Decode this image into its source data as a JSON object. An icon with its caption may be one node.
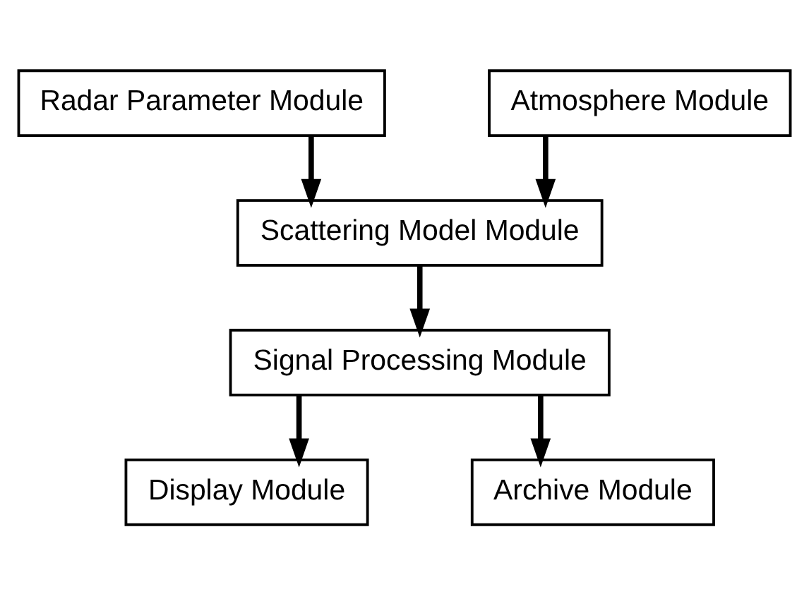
{
  "diagram": {
    "nodes": [
      {
        "text": [
          "Radar Parameter Module"
        ]
      },
      {
        "text": [
          "Atmosphere Module"
        ]
      },
      {
        "text": [
          "Scattering Model Module"
        ]
      },
      {
        "text": [
          "Signal Processing Module"
        ]
      },
      {
        "text": [
          "Display Module"
        ]
      },
      {
        "text": [
          "Archive Module"
        ]
      }
    ],
    "edges": [
      {
        "from": 0,
        "to": 2,
        "arrow": "to"
      },
      {
        "from": 1,
        "to": 2,
        "arrow": "to"
      },
      {
        "from": 2,
        "to": 3,
        "arrow": "to"
      },
      {
        "from": 3,
        "to": 4,
        "arrow": "to"
      },
      {
        "from": 3,
        "to": 5,
        "arrow": "to"
      }
    ]
  }
}
